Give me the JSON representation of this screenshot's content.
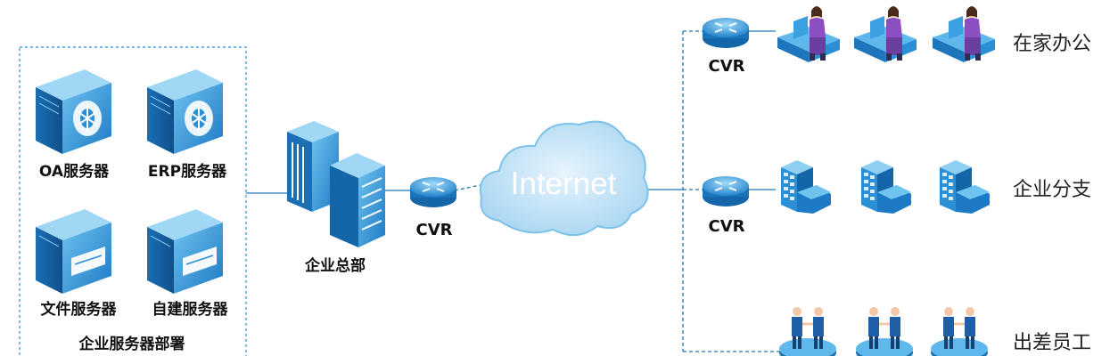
{
  "server_group": {
    "label": "企业服务器部署",
    "servers": [
      {
        "label": "OA服务器",
        "icon": "server-fan-icon"
      },
      {
        "label": "ERP服务器",
        "icon": "server-fan-icon"
      },
      {
        "label": "文件服务器",
        "icon": "server-drive-icon"
      },
      {
        "label": "自建服务器",
        "icon": "server-drive-icon"
      }
    ]
  },
  "hq": {
    "label": "企业总部",
    "icon": "server-cluster-icon"
  },
  "router_hq": {
    "label": "CVR",
    "icon": "router-icon"
  },
  "cloud": {
    "label": "Internet",
    "icon": "cloud-icon"
  },
  "branches": [
    {
      "router_label": "CVR",
      "label": "在家办公",
      "icon": "home-worker-icon"
    },
    {
      "router_label": "CVR",
      "label": "企业分支",
      "icon": "branch-building-icon"
    },
    {
      "router_label": "",
      "label": "出差员工",
      "icon": "business-traveler-icon"
    }
  ],
  "colors": {
    "primary": "#2a8fd4",
    "dark": "#1565a8",
    "light": "#8fd0f2",
    "cloud": "#c8e6f7",
    "line": "#1f77b4",
    "purple": "#8a4fc0"
  }
}
